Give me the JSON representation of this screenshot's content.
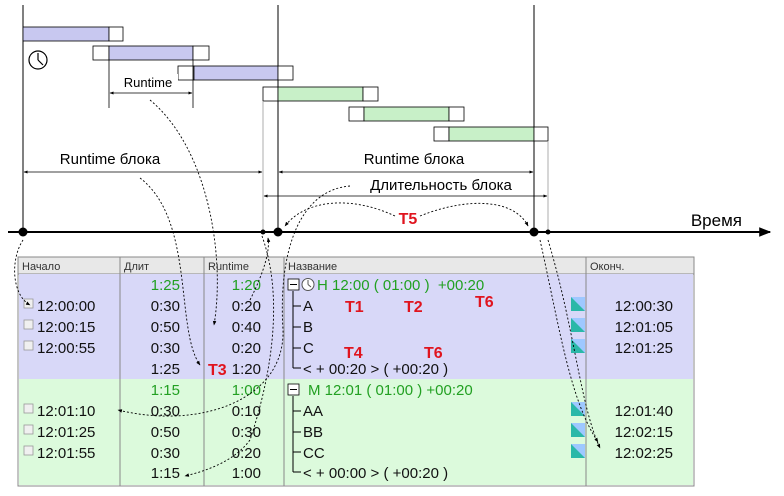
{
  "diagram": {
    "runtime_label": "Runtime",
    "runtime_block_left": "Runtime блока",
    "runtime_block_right": "Runtime блока",
    "duration_label": "Длительность блока",
    "time_label": "Время",
    "t5_label": "T5",
    "clock_icon": "clock-icon"
  },
  "table": {
    "headers": {
      "start": "Начало",
      "duration": "Длит",
      "runtime": "Runtime",
      "name": "Название",
      "end": "Оконч."
    },
    "colors": {
      "block1_bg": "#d8d8f8",
      "block2_bg": "#dcfadc",
      "bar_blue": "#c8c8f0",
      "bar_green": "#c8f0c8",
      "summary_green": "#22a022",
      "marker_red": "#e0141e"
    },
    "block1": {
      "summary": {
        "duration": "1:25",
        "runtime": "1:20",
        "name": "Н 12:00 ( 01:00 )  +00:20"
      },
      "rows": [
        {
          "start": "12:00:00",
          "duration": "0:30",
          "runtime": "0:20",
          "name": "A",
          "end": "12:00:30"
        },
        {
          "start": "12:00:15",
          "duration": "0:50",
          "runtime": "0:40",
          "name": "B",
          "end": "12:01:05"
        },
        {
          "start": "12:00:55",
          "duration": "0:30",
          "runtime": "0:20",
          "name": "C",
          "end": "12:01:25"
        }
      ],
      "footer": {
        "duration": "1:25",
        "runtime": "1:20",
        "name": "< + 00:20 > ( +00:20 )"
      }
    },
    "block2": {
      "summary": {
        "duration": "1:15",
        "runtime": "1:00",
        "name": "М 12:01 ( 01:00 ) +00:20"
      },
      "rows": [
        {
          "start": "12:01:10",
          "duration": "0:30",
          "runtime": "0:10",
          "name": "AA",
          "end": "12:01:40"
        },
        {
          "start": "12:01:25",
          "duration": "0:50",
          "runtime": "0:30",
          "name": "BB",
          "end": "12:02:15"
        },
        {
          "start": "12:01:55",
          "duration": "0:30",
          "runtime": "0:20",
          "name": "CC",
          "end": "12:02:25"
        }
      ],
      "footer": {
        "duration": "1:15",
        "runtime": "1:00",
        "name": "< + 00:00 > ( +00:20 )"
      }
    },
    "markers": {
      "t1": "T1",
      "t2": "T2",
      "t3": "T3",
      "t4": "T4",
      "t6a": "T6",
      "t6b": "T6"
    }
  }
}
